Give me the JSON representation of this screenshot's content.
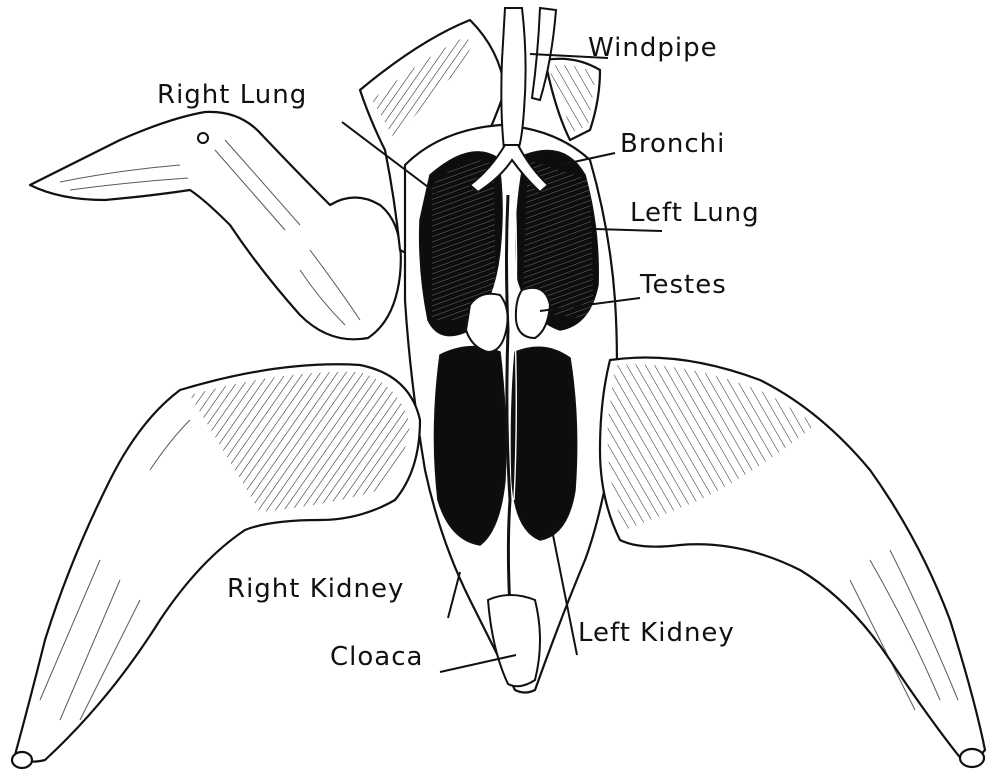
{
  "labels": {
    "windpipe": "Windpipe",
    "right_lung": "Right Lung",
    "bronchi": "Bronchi",
    "left_lung": "Left Lung",
    "testes": "Testes",
    "right_kidney": "Right Kidney",
    "cloaca": "Cloaca",
    "left_kidney": "Left Kidney"
  },
  "colors": {
    "ink": "#111111",
    "paper": "#ffffff"
  }
}
